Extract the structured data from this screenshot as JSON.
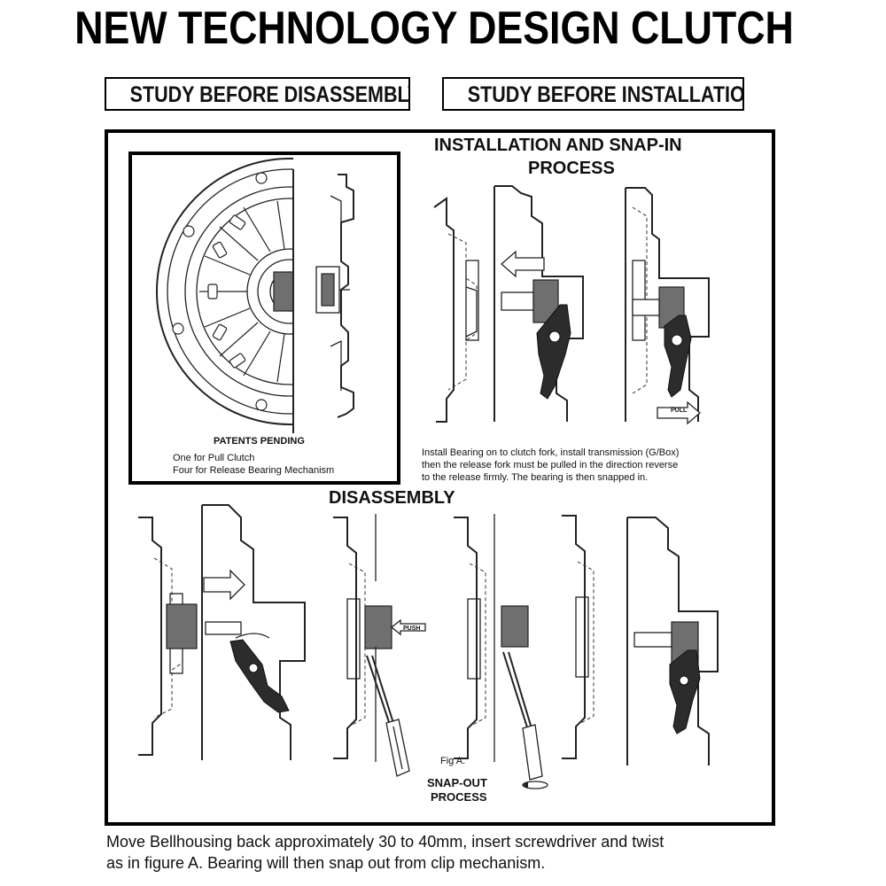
{
  "title": "NEW TECHNOLOGY DESIGN CLUTCH",
  "subheads": {
    "left": "STUDY BEFORE DISASSEMBLY",
    "right": "STUDY BEFORE INSTALLATION"
  },
  "inset": {
    "patents": "PATENTS PENDING",
    "line1": "One for Pull Clutch",
    "line2": "Four for Release Bearing Mechanism"
  },
  "installation": {
    "heading_line1": "INSTALLATION AND SNAP-IN",
    "heading_line2": "PROCESS",
    "text_line1": "Install Bearing on to clutch fork, install transmission (G/Box)",
    "text_line2": "then the release fork must be pulled in the direction reverse",
    "text_line3": "to the release firmly. The bearing is then snapped in.",
    "pull_label": "PULL"
  },
  "disassembly": {
    "heading": "DISASSEMBLY",
    "push_label": "PUSH",
    "fig_label": "Fig A.",
    "snap_out_line1": "SNAP-OUT",
    "snap_out_line2": "PROCESS"
  },
  "caption": {
    "line1": "Move Bellhousing back approximately 30 to 40mm, insert screwdriver and twist",
    "line2": "as in figure A.  Bearing will then snap out from clip mechanism."
  },
  "colors": {
    "ink": "#111111",
    "bearing_gray": "#6f6f6f",
    "fork_dark": "#2c2c2c"
  }
}
